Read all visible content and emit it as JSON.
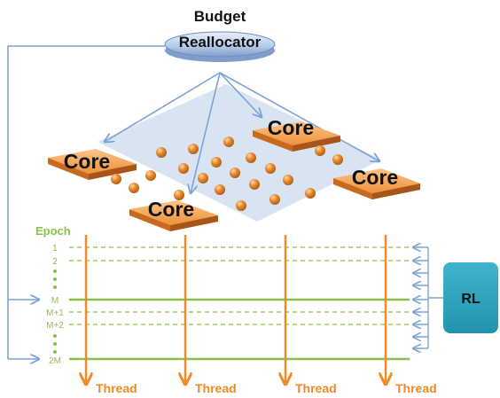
{
  "reallocator": {
    "line1": "Budget",
    "line2": "Reallocator"
  },
  "cores": [
    {
      "label": "Core"
    },
    {
      "label": "Core"
    },
    {
      "label": "Core"
    },
    {
      "label": "Core"
    }
  ],
  "epoch_axis": {
    "title": "Epoch",
    "labels": [
      "1",
      "2",
      "M",
      "M+1",
      "M+2",
      "2M"
    ]
  },
  "threads": [
    {
      "label": "Thread"
    },
    {
      "label": "Thread"
    },
    {
      "label": "Thread"
    },
    {
      "label": "Thread"
    }
  ],
  "rl_box": {
    "label": "RL"
  },
  "colors": {
    "orange": "#f08a26",
    "green": "#8cbf4a",
    "blue_arrow": "#7aa3d6",
    "rl_fill": "#2fa8c2",
    "plane": "#b9cdea"
  }
}
